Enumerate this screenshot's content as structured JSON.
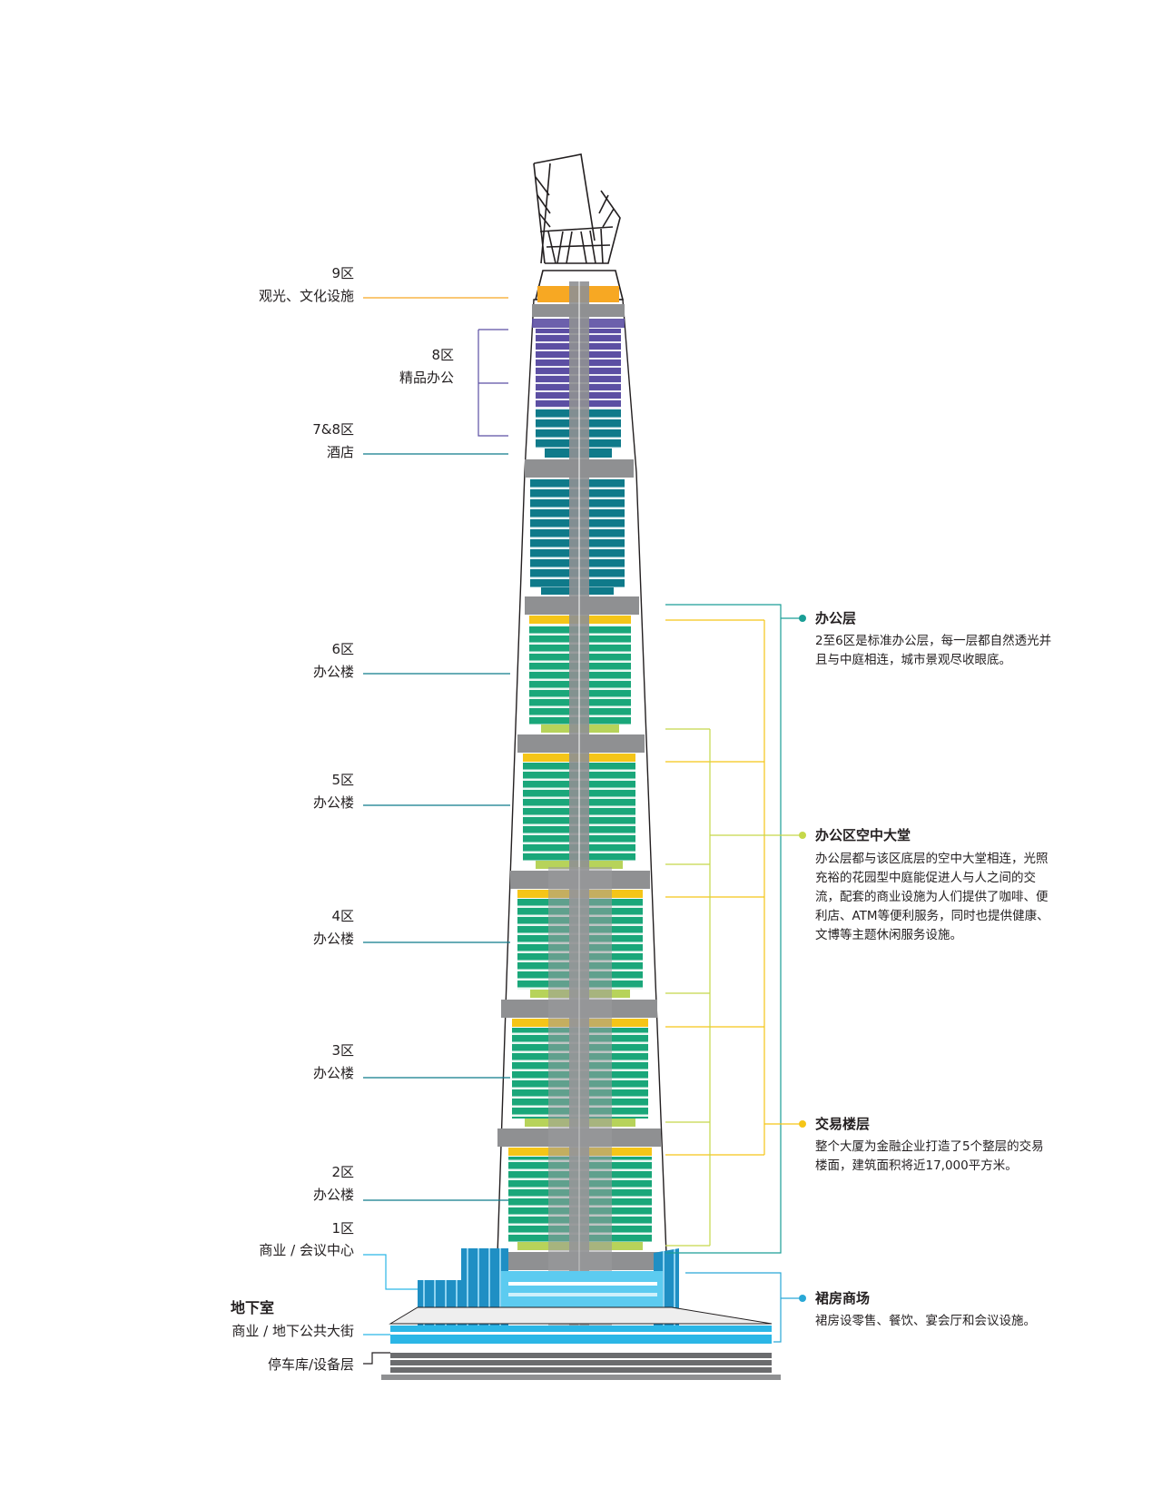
{
  "zones": [
    {
      "id": "zone9",
      "name": "9区",
      "desc": "观光、文化设施"
    },
    {
      "id": "zone8",
      "name": "8区",
      "desc": "精品办公"
    },
    {
      "id": "zone78",
      "name": "7&8区",
      "desc": "酒店"
    },
    {
      "id": "zone6",
      "name": "6区",
      "desc": "办公楼"
    },
    {
      "id": "zone5",
      "name": "5区",
      "desc": "办公楼"
    },
    {
      "id": "zone4",
      "name": "4区",
      "desc": "办公楼"
    },
    {
      "id": "zone3",
      "name": "3区",
      "desc": "办公楼"
    },
    {
      "id": "zone2",
      "name": "2区",
      "desc": "办公楼"
    },
    {
      "id": "zone1",
      "name": "1区",
      "desc": "商业 / 会议中心"
    }
  ],
  "basement": {
    "title": "地下室",
    "desc": "商业 / 地下公共大街",
    "parking": "停车库/设备层"
  },
  "annotations": [
    {
      "title": "办公层",
      "color": "#1a9e96",
      "text": "2至6区是标准办公层，每一层都自然透光并且与中庭相连，城市景观尽收眼底。"
    },
    {
      "title": "办公区空中大堂",
      "color": "#c5d84a",
      "text": "办公层都与该区底层的空中大堂相连，光照充裕的花园型中庭能促进人与人之间的交流，配套的商业设施为人们提供了咖啡、便利店、ATM等便利服务，同时也提供健康、文博等主题休闲服务设施。"
    },
    {
      "title": "交易楼层",
      "color": "#f5c518",
      "text": "整个大厦为金融企业打造了5个整层的交易楼面，建筑面积将近17,000平方米。"
    },
    {
      "title": "裙房商场",
      "color": "#29a8d6",
      "text": "裙房设零售、餐饮、宴会厅和会议设施。"
    }
  ],
  "colors": {
    "observation": "#f7a823",
    "boutique_office": "#5c4fa3",
    "hotel": "#0f7a8a",
    "office": "#1aa77a",
    "sky_lobby": "#b7d35a",
    "trading": "#f5c518",
    "podium": "#2bb6e6",
    "mechanical": "#8f9092"
  }
}
